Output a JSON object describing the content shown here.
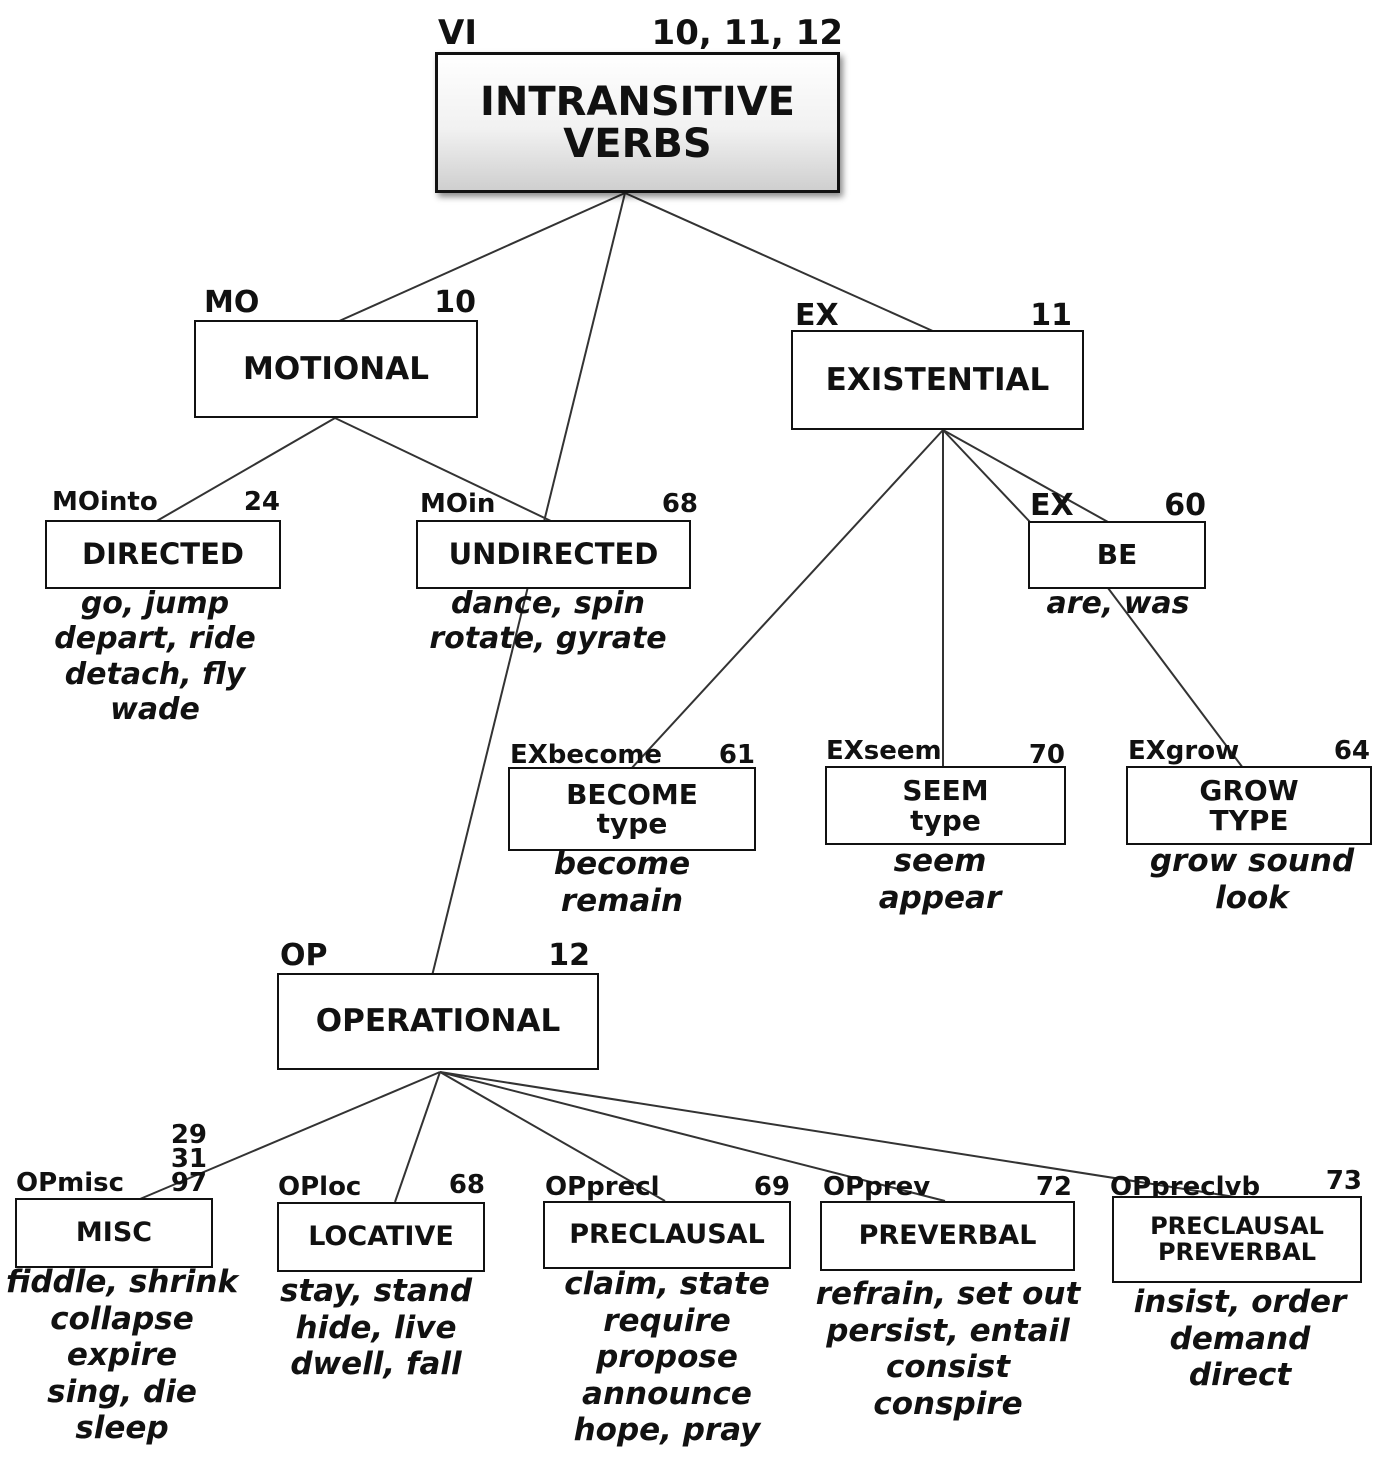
{
  "nodes": {
    "vi": {
      "code": "VI",
      "number": "10, 11, 12",
      "label": "INTRANSITIVE VERBS"
    },
    "mo": {
      "code": "MO",
      "number": "10",
      "label": "MOTIONAL"
    },
    "ex": {
      "code": "EX",
      "number": "11",
      "label": "EXISTENTIAL"
    },
    "mointo": {
      "code": "MOinto",
      "number": "24",
      "label": "DIRECTED",
      "examples": "go, jump\ndepart, ride\ndetach, fly\nwade"
    },
    "moin": {
      "code": "MOin",
      "number": "68",
      "label": "UNDIRECTED",
      "examples": "dance, spin\nrotate, gyrate"
    },
    "be": {
      "code": "EX",
      "number": "60",
      "label": "BE",
      "examples": "are, was"
    },
    "become": {
      "code": "EXbecome",
      "number": "61",
      "label": "BECOME\ntype",
      "examples": "become\nremain"
    },
    "seem": {
      "code": "EXseem",
      "number": "70",
      "label": "SEEM\ntype",
      "examples": "seem\nappear"
    },
    "grow": {
      "code": "EXgrow",
      "number": "64",
      "label": "GROW\nTYPE",
      "examples": "grow sound\nlook"
    },
    "op": {
      "code": "OP",
      "number": "12",
      "label": "OPERATIONAL"
    },
    "misc": {
      "code": "OPmisc",
      "number": "29\n31\n97",
      "label": "MISC",
      "examples": "fiddle, shrink\ncollapse\nexpire\nsing, die\nsleep"
    },
    "loc": {
      "code": "OPloc",
      "number": "68",
      "label": "LOCATIVE",
      "examples": "stay, stand\nhide, live\ndwell, fall"
    },
    "precl": {
      "code": "OPprecl",
      "number": "69",
      "label": "PRECLAUSAL",
      "examples": "claim, state\nrequire\npropose\nannounce\nhope, pray"
    },
    "prev": {
      "code": "OPprev",
      "number": "72",
      "label": "PREVERBAL",
      "examples": "refrain, set out\npersist, entail\nconsist\nconspire"
    },
    "preclvb": {
      "code": "OPpreclvb",
      "number": "73",
      "label": "PRECLAUSAL\nPREVERBAL",
      "examples": "insist, order\ndemand\ndirect"
    }
  }
}
